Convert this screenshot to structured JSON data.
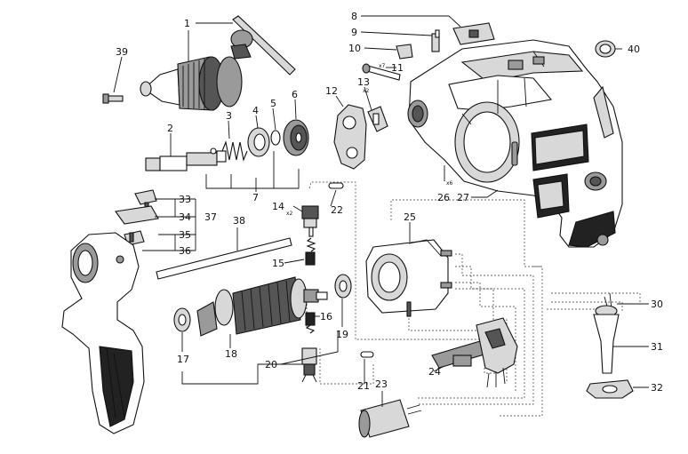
{
  "labels": {
    "n1": "1",
    "n2": "2",
    "n3": "3",
    "n4": "4",
    "n5": "5",
    "n6": "6",
    "n7": "7",
    "n8": "8",
    "n9": "9",
    "n10": "10",
    "n11": "11",
    "n12": "12",
    "n13": "13",
    "n14": "14",
    "n15": "15",
    "n16": "16",
    "n17": "17",
    "n18": "18",
    "n19": "19",
    "n20": "20",
    "n21": "21",
    "n22": "22",
    "n23": "23",
    "n24": "24",
    "n25": "25",
    "n26": "26",
    "n27": "27",
    "n30": "30",
    "n31": "31",
    "n32": "32",
    "n33": "33",
    "n34": "34",
    "n35": "35",
    "n36": "36",
    "n37": "37",
    "n38": "38",
    "n39": "39",
    "n40": "40"
  },
  "qty": {
    "x11": "x7",
    "x13": "x2",
    "x14": "x2",
    "x26": "x6"
  }
}
